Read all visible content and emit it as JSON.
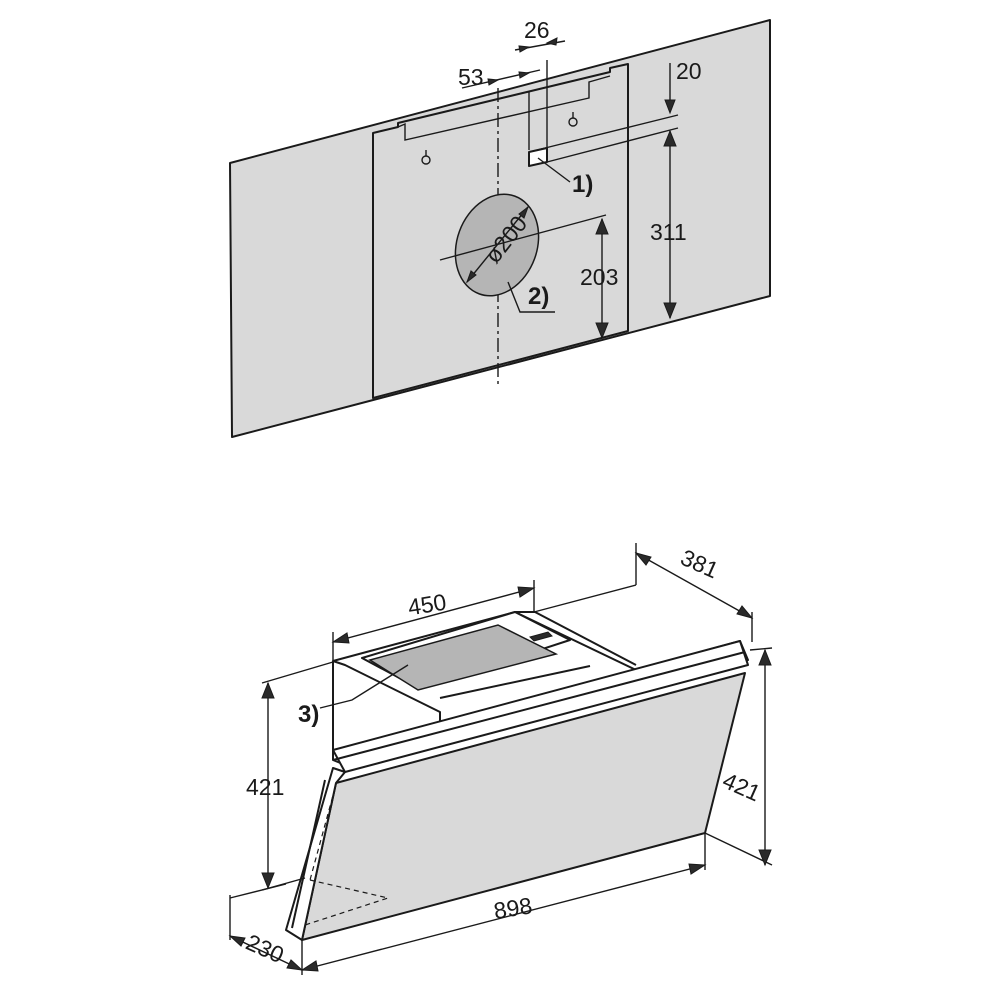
{
  "wall_dimensions": {
    "offset_center": "53",
    "bracket_width": "26",
    "top_margin": "20",
    "bracket_height": "311",
    "duct_height": "203",
    "duct_diameter": "ø200"
  },
  "hood_dimensions": {
    "top_width": "450",
    "depth_top": "381",
    "height_left": "421",
    "height_right": "421",
    "width": "898",
    "depth_bottom": "230"
  },
  "callouts": {
    "bracket": "1)",
    "duct": "2)",
    "filter": "3)"
  },
  "colors": {
    "wall": "#d9d9d9",
    "line": "#1a1a1a",
    "panel_dark": "#2a2a2a"
  }
}
